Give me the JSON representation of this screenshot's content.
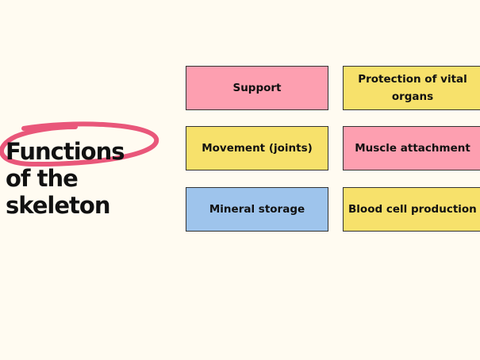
{
  "title": {
    "lines": [
      "Functions",
      "of the",
      "skeleton"
    ]
  },
  "colors": {
    "background": "#fffbf1",
    "pink": "#fd9fb0",
    "yellow": "#f7e16b",
    "blue": "#9ec4ec",
    "circle": "#e9577a"
  },
  "boxes": [
    {
      "label": "Support",
      "color": "#fd9fb0"
    },
    {
      "label": "Protection of vital organs",
      "color": "#f7e16b"
    },
    {
      "label": "Movement (joints)",
      "color": "#f7e16b"
    },
    {
      "label": "Muscle attachment",
      "color": "#fd9fb0"
    },
    {
      "label": "Mineral storage",
      "color": "#9ec4ec"
    },
    {
      "label": "Blood cell production",
      "color": "#f7e16b"
    }
  ]
}
